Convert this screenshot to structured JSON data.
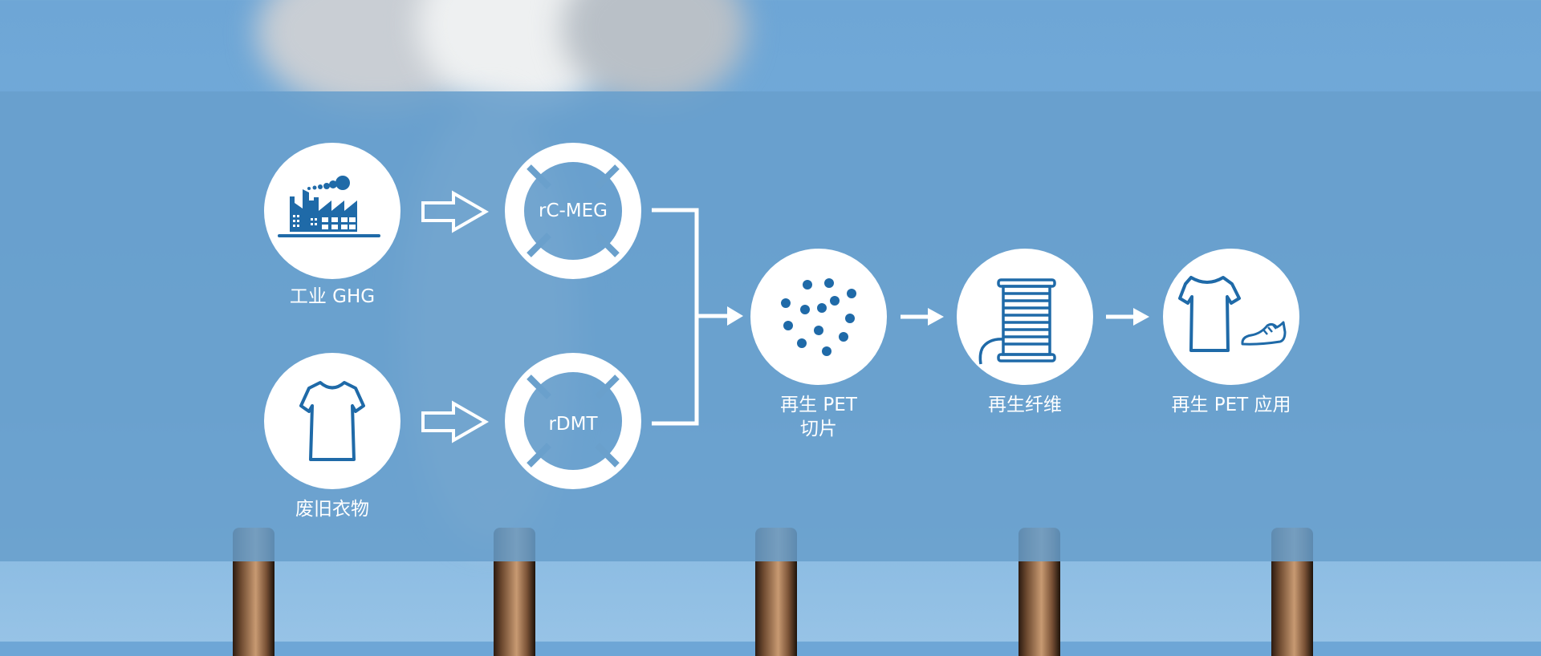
{
  "diagram": {
    "title": "",
    "inputs": [
      {
        "id": "ghg",
        "label": "工业 GHG",
        "icon": "factory-icon"
      },
      {
        "id": "clothes",
        "label": "废旧衣物",
        "icon": "tshirt-icon"
      }
    ],
    "intermediates": [
      {
        "id": "rcmeg",
        "label": "rC-MEG"
      },
      {
        "id": "rdmt",
        "label": "rDMT"
      }
    ],
    "outputs": [
      {
        "id": "pet-chips",
        "label_line1": "再生 PET",
        "label_line2": "切片",
        "icon": "pellets-icon"
      },
      {
        "id": "fiber",
        "label": "再生纤维",
        "icon": "thread-spool-icon"
      },
      {
        "id": "apps",
        "label": "再生 PET 应用",
        "icon": "tshirt-and-shoe-icon"
      }
    ],
    "edges": [
      {
        "from": "ghg",
        "to": "rcmeg"
      },
      {
        "from": "clothes",
        "to": "rdmt"
      },
      {
        "from": "rcmeg",
        "to": "pet-chips"
      },
      {
        "from": "rdmt",
        "to": "pet-chips"
      },
      {
        "from": "pet-chips",
        "to": "fiber"
      },
      {
        "from": "fiber",
        "to": "apps"
      }
    ]
  },
  "colors": {
    "overlay": "#689ecc",
    "icon": "#1f6aa8",
    "foreground": "#ffffff"
  }
}
